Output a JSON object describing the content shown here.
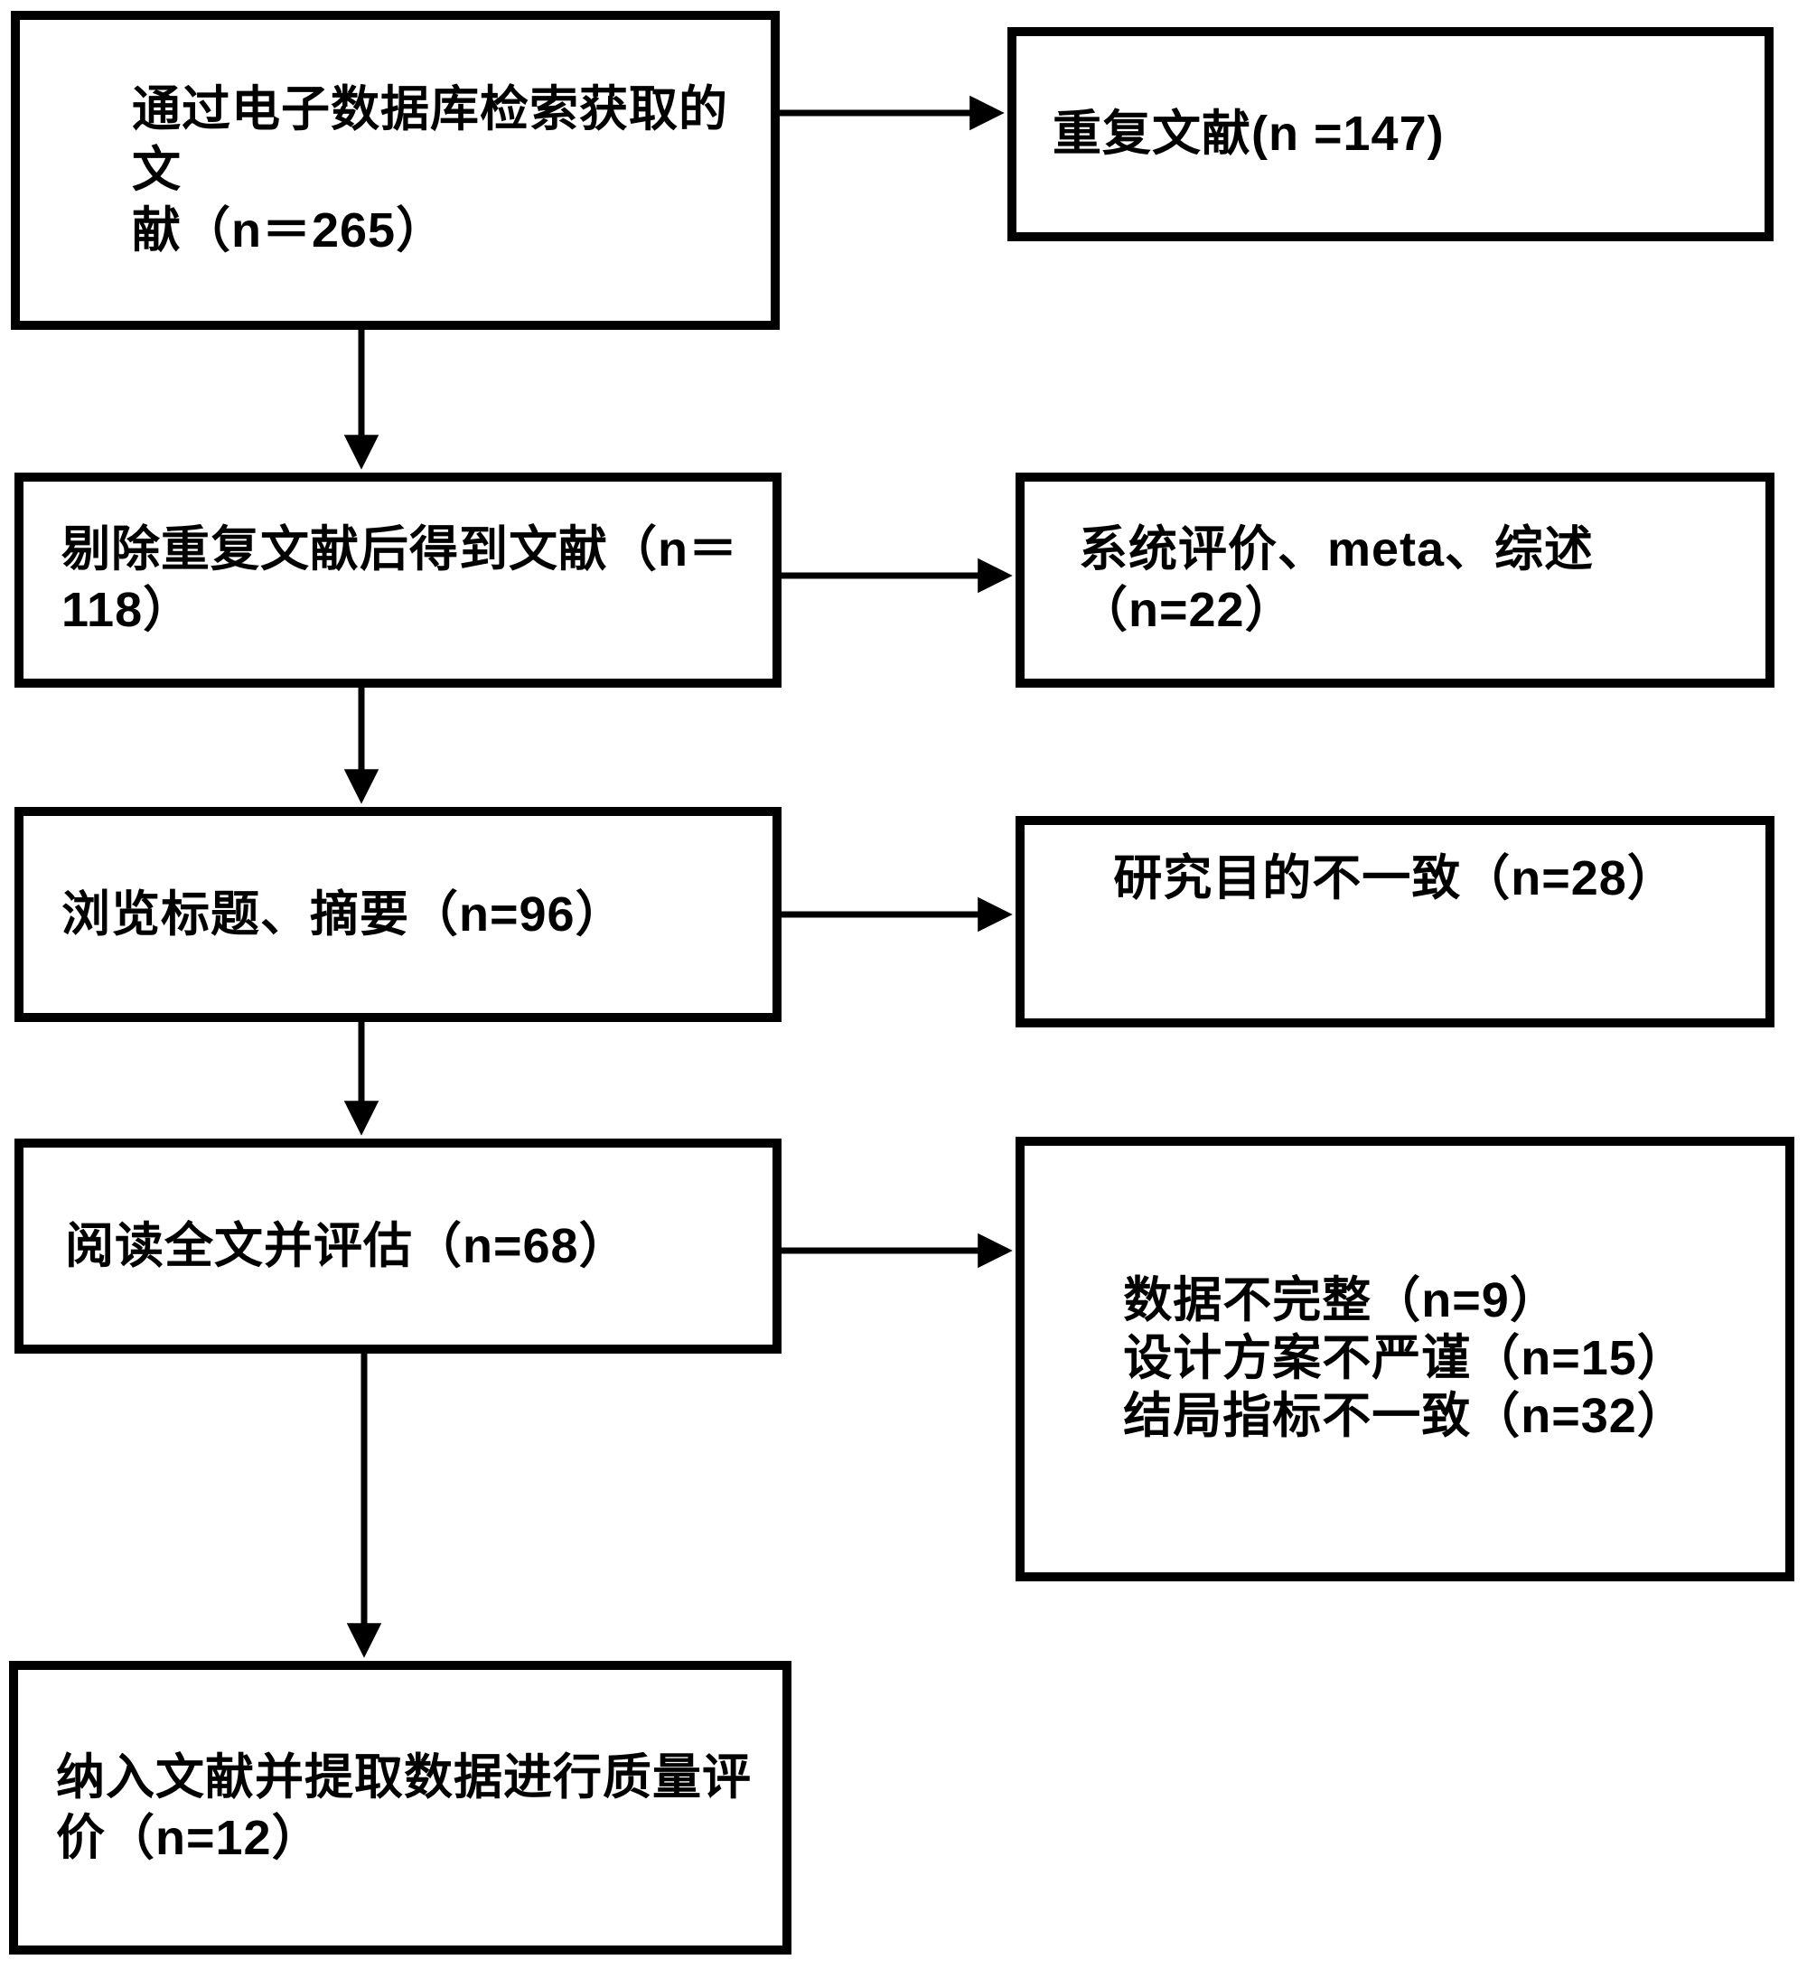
{
  "page": {
    "background": "#ffffff",
    "ink": "#000000",
    "kind": "literature-screening-flowchart"
  },
  "flowchart": {
    "left_column": [
      {
        "name": "database-retrieval",
        "label": "通过电子数据库检索获取的文\n献（n＝265）"
      },
      {
        "name": "after-deduplication",
        "label": "剔除重复文献后得到文献（n＝\n118）"
      },
      {
        "name": "title-abstract-screen",
        "label": "浏览标题、摘要（n=96）"
      },
      {
        "name": "fulltext-assessment",
        "label": "阅读全文并评估（n=68）"
      },
      {
        "name": "included-studies",
        "label": "纳入文献并提取数据进行质量评\n价（n=12）"
      }
    ],
    "right_column": [
      {
        "name": "duplicates",
        "label": "重复文献(n =147)"
      },
      {
        "name": "reviews-meta",
        "label": "系统评价、meta、综述（n=22）"
      },
      {
        "name": "aim-mismatch",
        "label": "研究目的不一致（n=28）"
      },
      {
        "name": "fulltext-exclusions",
        "label": "数据不完整（n=9）\n设计方案不严谨（n=15）\n结局指标不一致（n=32）"
      }
    ]
  }
}
